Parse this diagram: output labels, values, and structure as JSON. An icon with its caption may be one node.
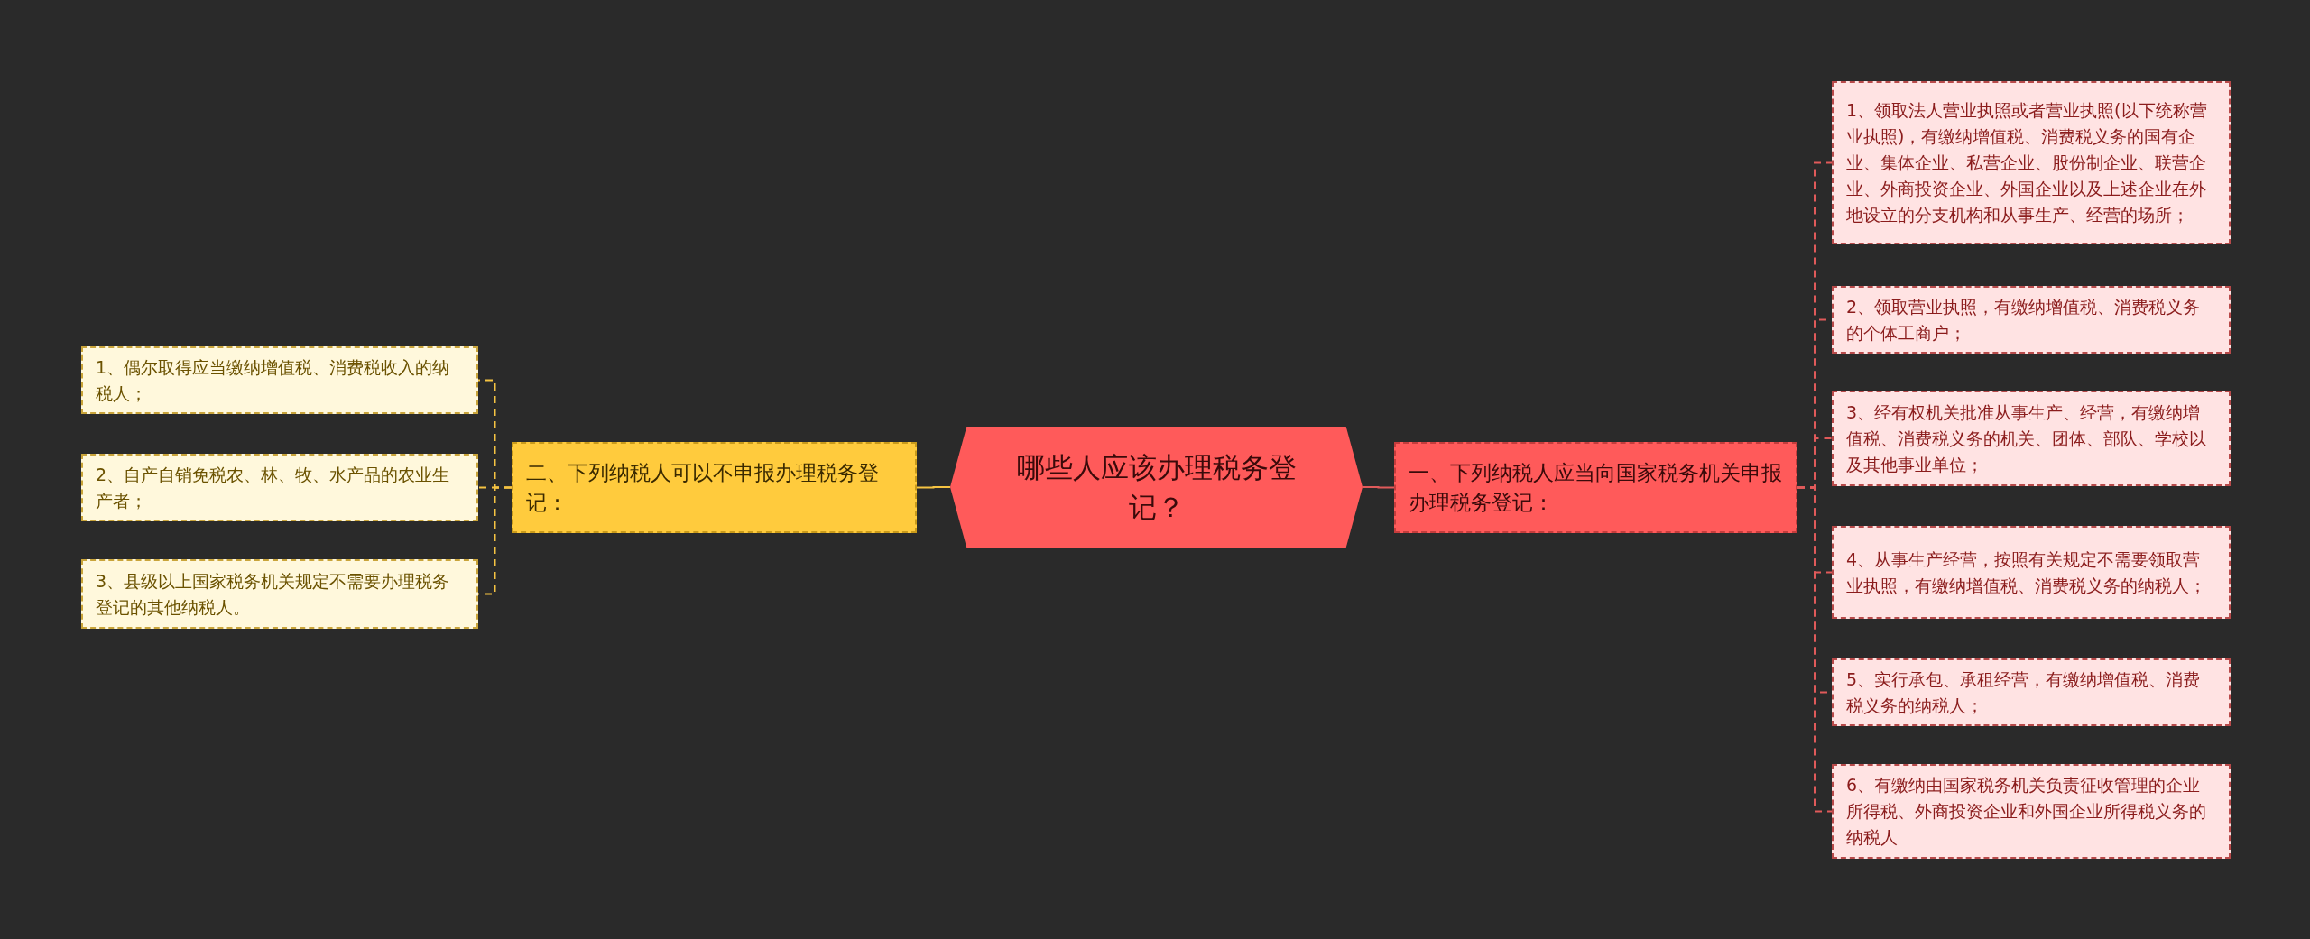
{
  "diagram": {
    "nodes": [
      {
        "text": [
          "哪些人应该办理税务登记？"
        ]
      },
      {
        "text": [
          "一、下列纳税人应当向国家税务机关申报办理税务登记："
        ]
      },
      {
        "text": [
          "1、领取法人营业执照或者营业执照(以下统称营业执照)，有缴纳增值税、消费税义务的国有企业、集体企业、私营企业、股份制企业、联营企业、外商投资企业、外国企业以及上述企业在外地设立的分支机构和从事生产、经营的场所；"
        ]
      },
      {
        "text": [
          "2、领取营业执照，有缴纳增值税、消费税义务的个体工商户；"
        ]
      },
      {
        "text": [
          "3、经有权机关批准从事生产、经营，有缴纳增值税、消费税义务的机关、团体、部队、学校以及其他事业单位；"
        ]
      },
      {
        "text": [
          "4、从事生产经营，按照有关规定不需要领取营业执照，有缴纳增值税、消费税义务的纳税人；"
        ]
      },
      {
        "text": [
          "5、实行承包、承租经营，有缴纳增值税、消费税义务的纳税人；"
        ]
      },
      {
        "text": [
          "6、有缴纳由国家税务机关负责征收管理的企业所得税、外商投资企业和外国企业所得税义务的纳税人"
        ]
      },
      {
        "text": [
          "二、下列纳税人可以不申报办理税务登记："
        ]
      },
      {
        "text": [
          "1、偶尔取得应当缴纳增值税、消费税收入的纳税人；"
        ]
      },
      {
        "text": [
          "2、自产自销免税农、林、牧、水产品的农业生产者；"
        ]
      },
      {
        "text": [
          "3、县级以上国家税务机关规定不需要办理税务登记的其他纳税人。"
        ]
      }
    ],
    "edges": [
      {
        "from": 0,
        "to": 1,
        "arrow": "none"
      },
      {
        "from": 1,
        "to": 2,
        "arrow": "none",
        "style": "dashed"
      },
      {
        "from": 1,
        "to": 3,
        "arrow": "none",
        "style": "dashed"
      },
      {
        "from": 1,
        "to": 4,
        "arrow": "none",
        "style": "dashed"
      },
      {
        "from": 1,
        "to": 5,
        "arrow": "none",
        "style": "dashed"
      },
      {
        "from": 1,
        "to": 6,
        "arrow": "none",
        "style": "dashed"
      },
      {
        "from": 1,
        "to": 7,
        "arrow": "none",
        "style": "dashed"
      },
      {
        "from": 0,
        "to": 8,
        "arrow": "none",
        "color": "#f5c342"
      },
      {
        "from": 8,
        "to": 9,
        "arrow": "none",
        "style": "dashed",
        "color": "#f5c342"
      },
      {
        "from": 8,
        "to": 10,
        "arrow": "none",
        "style": "dashed",
        "color": "#f5c342"
      },
      {
        "from": 8,
        "to": 11,
        "arrow": "none",
        "style": "dashed",
        "color": "#f5c342"
      }
    ]
  }
}
